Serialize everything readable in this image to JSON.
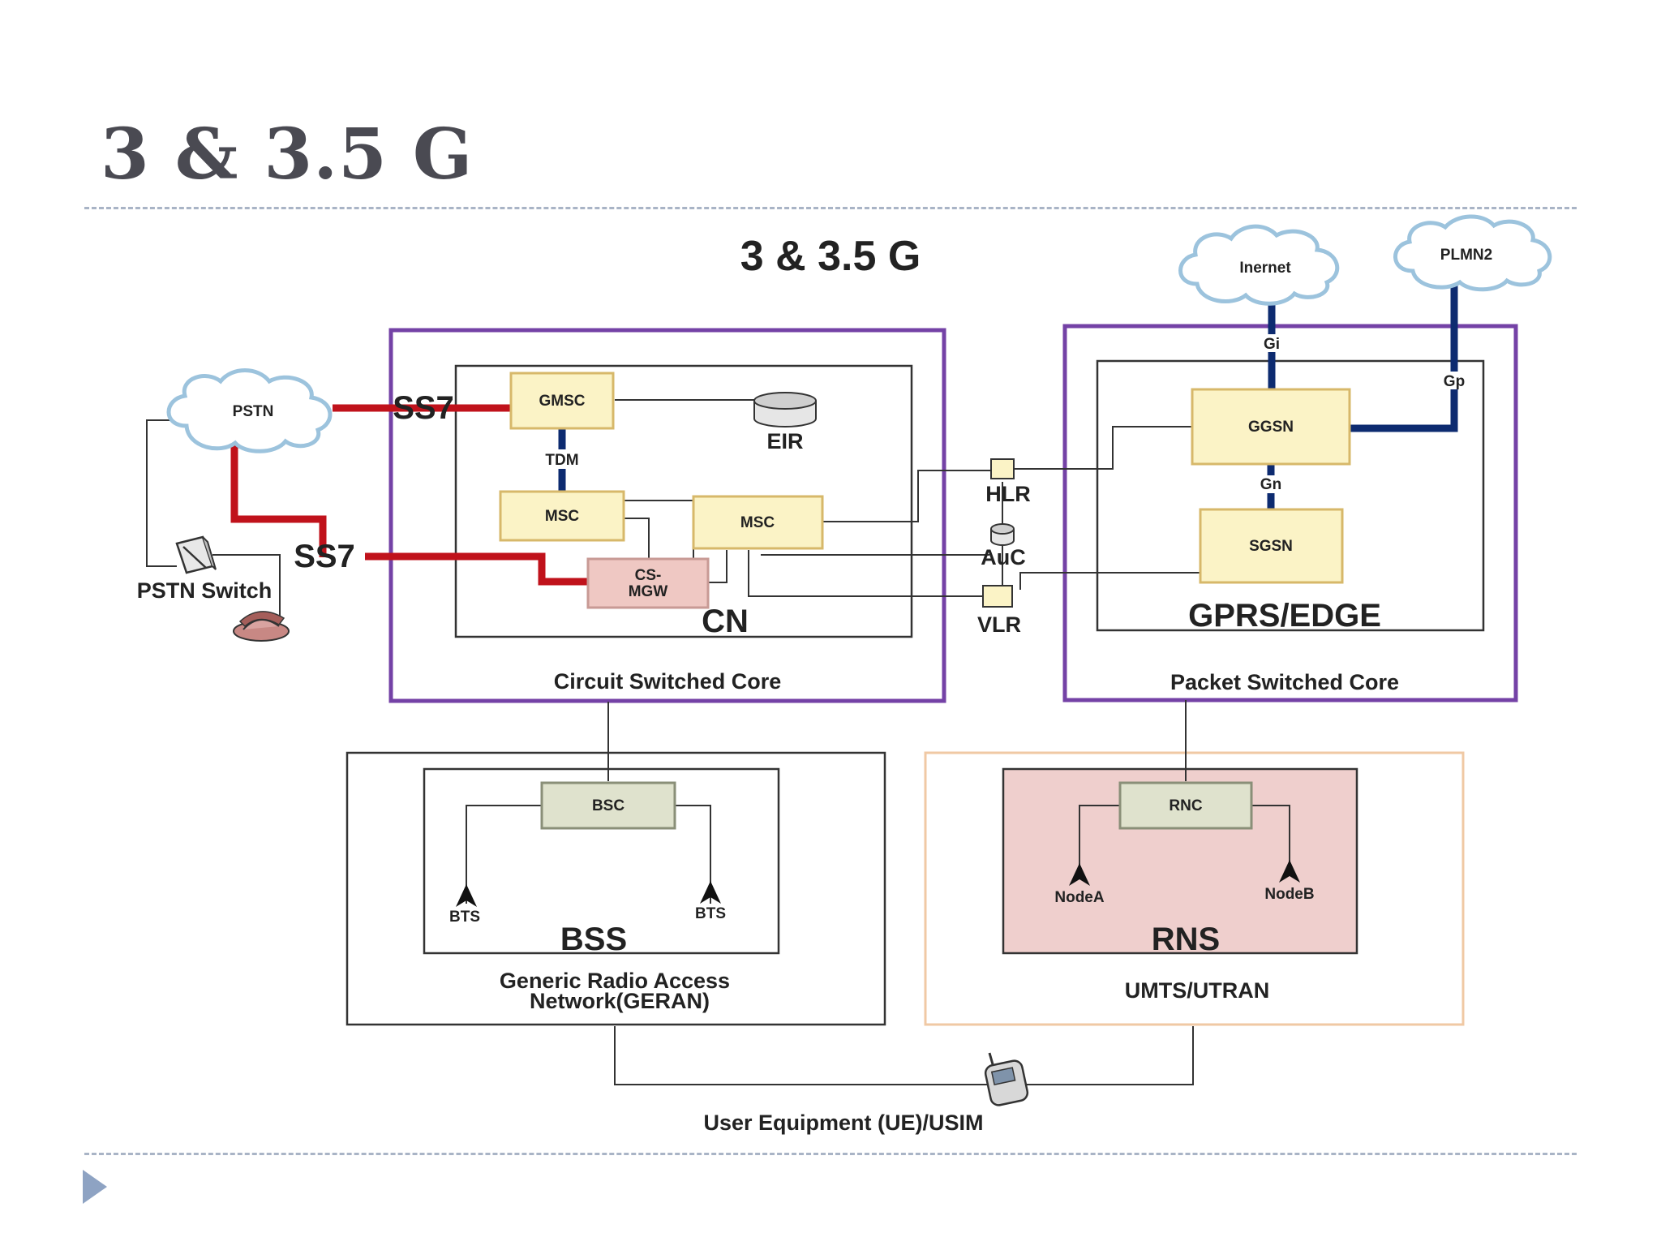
{
  "slide_title": "3 & 3.5 G",
  "diagram": {
    "title": "3 & 3.5 G",
    "clouds": {
      "internet": "Inernet",
      "plmn2": "PLMN2",
      "pstn": "PSTN"
    },
    "links": {
      "ss7_top": "SS7",
      "ss7_bottom": "SS7",
      "tdm": "TDM",
      "gi": "Gi",
      "gp": "Gp",
      "gn": "Gn"
    },
    "cs_core": {
      "caption": "Circuit Switched Core",
      "inner_label": "CN",
      "gmsc": "GMSC",
      "msc_left": "MSC",
      "msc_right": "MSC",
      "csmgw": [
        "CS-",
        "MGW"
      ],
      "eir": "EIR"
    },
    "databases": {
      "hlr": "HLR",
      "auc": "AuC",
      "vlr": "VLR"
    },
    "ps_core": {
      "caption": "Packet Switched Core",
      "inner_label": "GPRS/EDGE",
      "ggsn": "GGSN",
      "sgsn": "SGSN"
    },
    "pstn_switch": "PSTN Switch",
    "geran": {
      "caption": [
        "Generic Radio Access",
        "Network(GERAN)"
      ],
      "inner_label": "BSS",
      "bsc": "BSC",
      "bts_left": "BTS",
      "bts_right": "BTS"
    },
    "utran": {
      "caption": "UMTS/UTRAN",
      "inner_label": "RNS",
      "rnc": "RNC",
      "node_a": "NodeA",
      "node_b": "NodeB"
    },
    "ue": "User Equipment (UE)/USIM"
  },
  "colors": {
    "title": "#4a4a52",
    "ss7_link": "#c0121b",
    "trunk_link": "#0d2b70",
    "core_border": "#7442a6",
    "node_fill": "#fbf3c6",
    "utran_fill": "#efc8c3"
  }
}
